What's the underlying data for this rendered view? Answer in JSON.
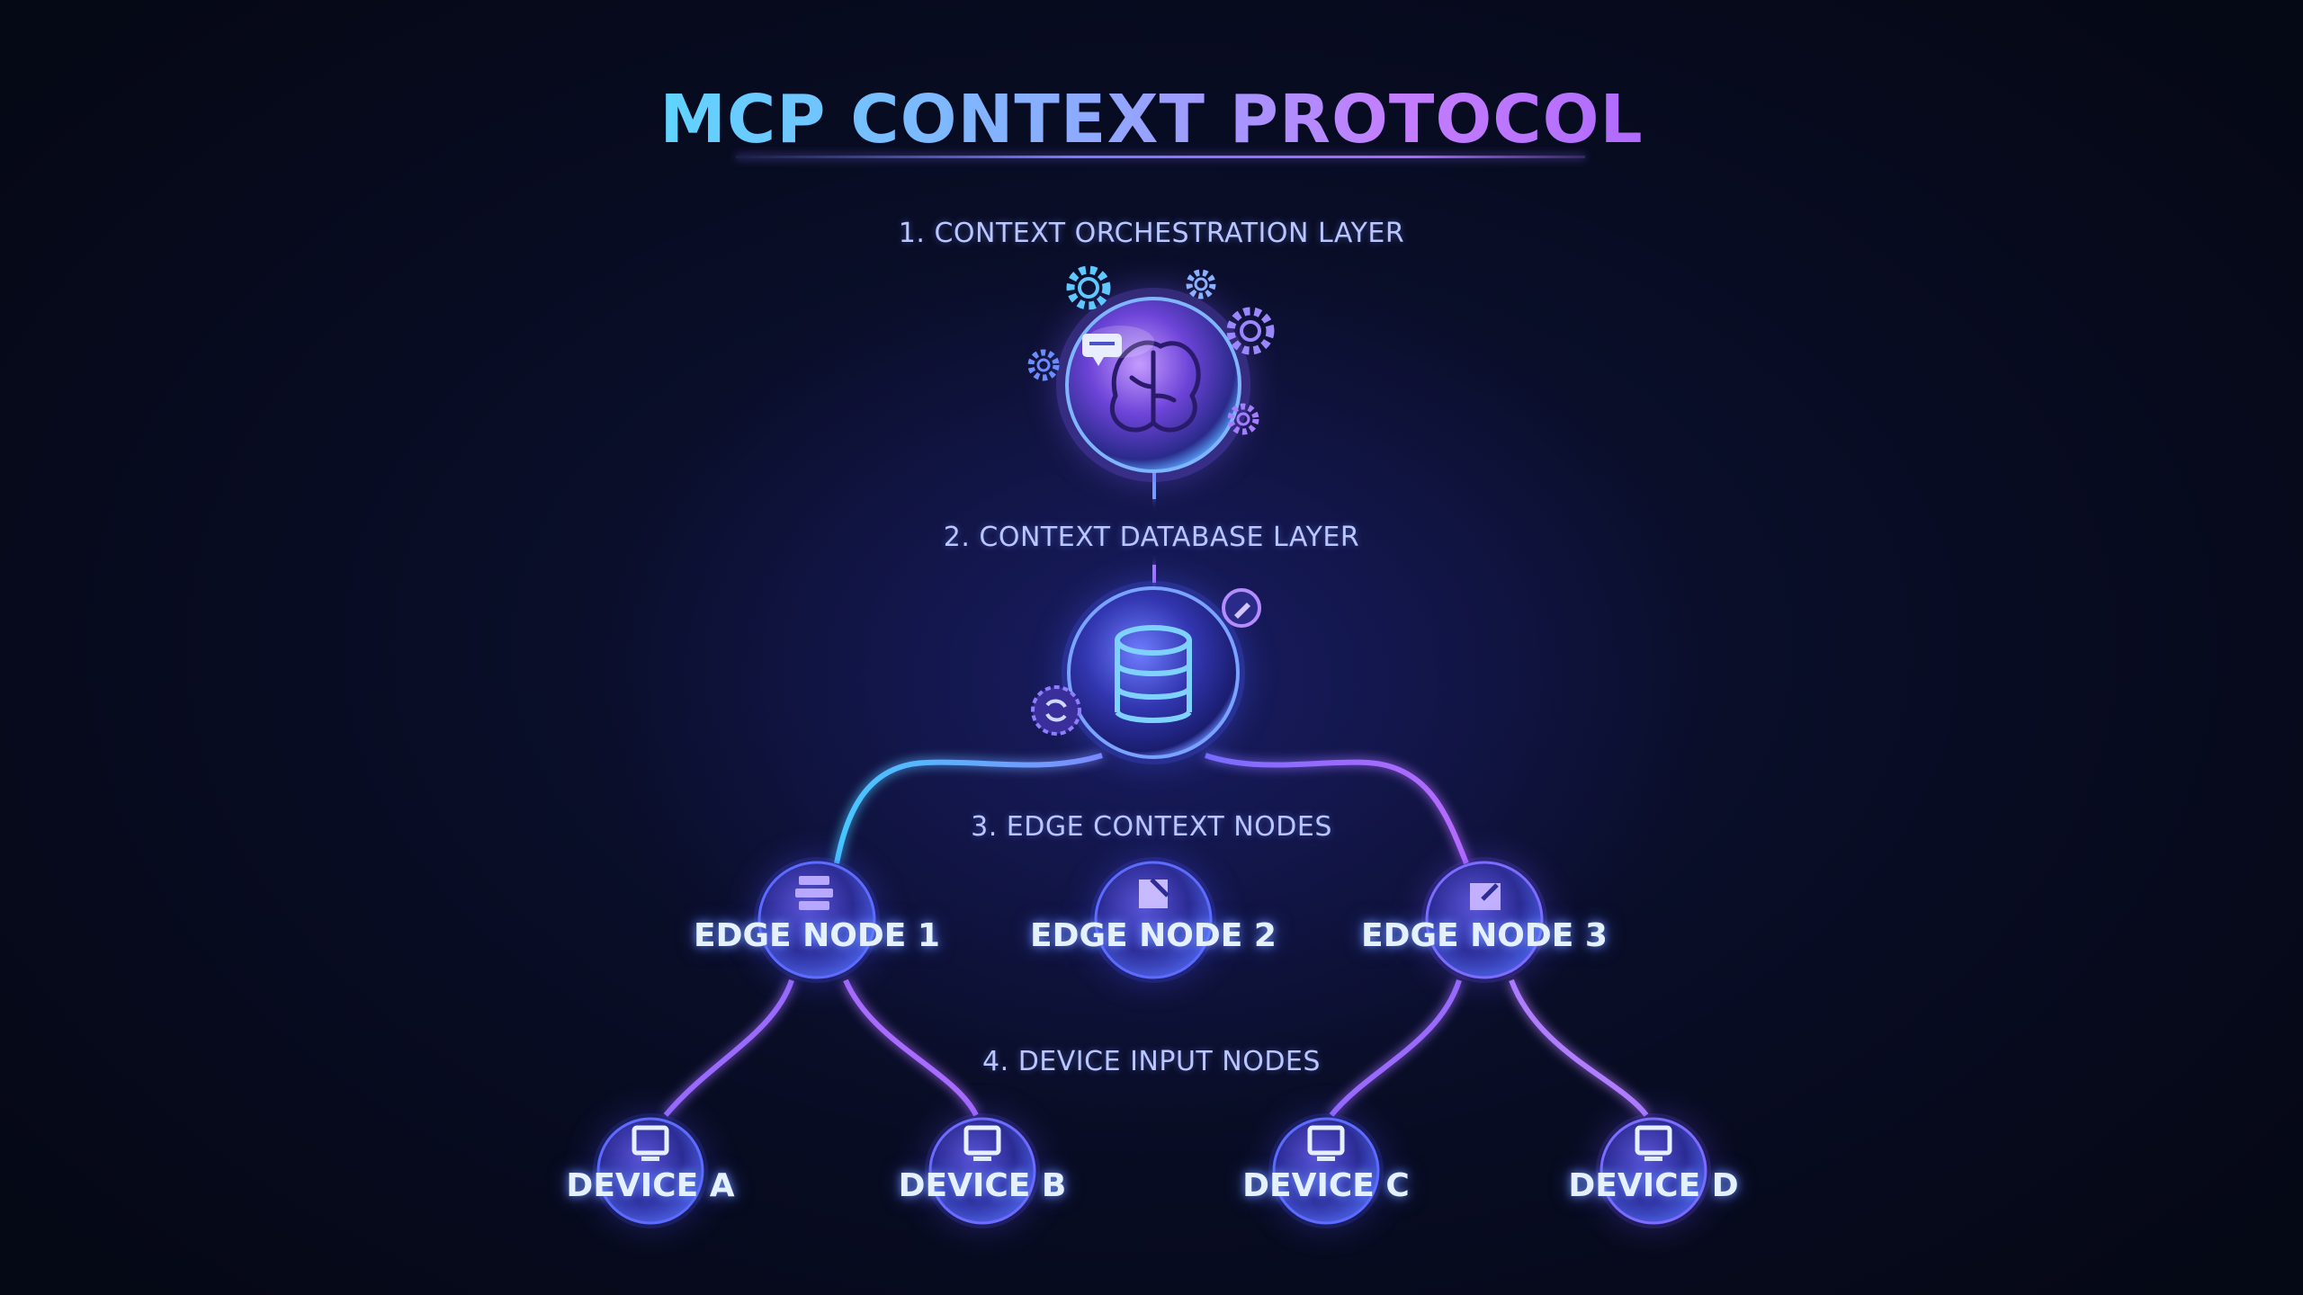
{
  "title": "MCP CONTEXT PROTOCOL",
  "layers": [
    {
      "label": "1. CONTEXT ORCHESTRATION LAYER"
    },
    {
      "label": "2. CONTEXT DATABASE LAYER"
    },
    {
      "label": "3. EDGE CONTEXT NODES"
    },
    {
      "label": "4. DEVICE INPUT NODES"
    }
  ],
  "edge_nodes": [
    {
      "label": "EDGE NODE 1",
      "icon": "server-icon"
    },
    {
      "label": "EDGE NODE 2",
      "icon": "module-icon"
    },
    {
      "label": "EDGE NODE 3",
      "icon": "box-icon"
    }
  ],
  "devices": [
    {
      "label": "DEVICE A",
      "icon": "monitor-icon"
    },
    {
      "label": "DEVICE B",
      "icon": "monitor-icon"
    },
    {
      "label": "DEVICE C",
      "icon": "monitor-icon"
    },
    {
      "label": "DEVICE D",
      "icon": "monitor-icon"
    }
  ],
  "orchestrator": {
    "icon": "brain-icon",
    "satellites": [
      "gear-icon",
      "gear-icon",
      "gear-icon",
      "gear-icon",
      "gear-icon",
      "chat-icon"
    ]
  },
  "database": {
    "icon": "database-icon",
    "satellites": [
      "sync-icon",
      "edit-icon"
    ]
  },
  "colors": {
    "accent_blue": "#5fd4ff",
    "accent_purple": "#b06bff",
    "background": "#070b1d",
    "label": "#b9c6ff"
  }
}
